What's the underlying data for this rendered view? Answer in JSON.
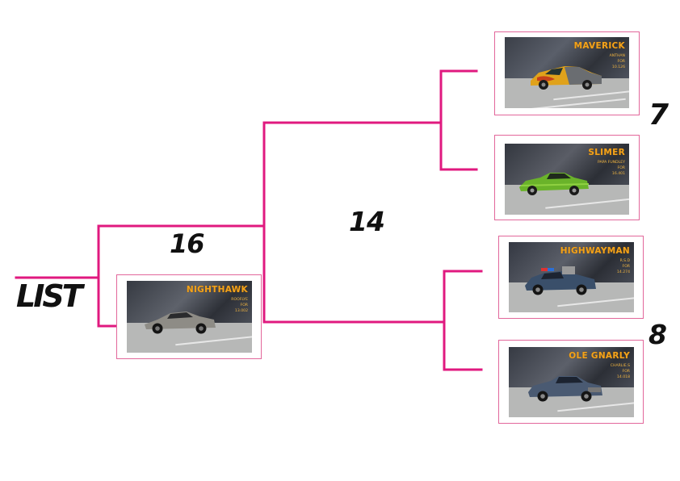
{
  "labels": {
    "list": "LIST",
    "score_16": "16",
    "score_14": "14",
    "score_7": "7",
    "score_8": "8"
  },
  "colors": {
    "bracket": "#e0197f",
    "card_border": "#e2679b",
    "name_text": "#f2a21b"
  },
  "cards": {
    "maverick": {
      "name": "MAVERICK",
      "meta": [
        "ANTHAN",
        "FOR",
        "10.126"
      ]
    },
    "slimer": {
      "name": "SLIMER",
      "meta": [
        "PAPA FUNDLEY",
        "FOR",
        "16.401"
      ]
    },
    "nighthawk": {
      "name": "NIGHTHAWK",
      "meta": [
        "ROOFLYE",
        "FOR",
        "13.002"
      ]
    },
    "highwayman": {
      "name": "HIGHWAYMAN",
      "meta": [
        "R.S.D",
        "FOR",
        "14.274"
      ]
    },
    "ole_gnarly": {
      "name": "OLE GNARLY",
      "meta": [
        "CHARLIE.S",
        "FOR",
        "14.018"
      ]
    }
  }
}
